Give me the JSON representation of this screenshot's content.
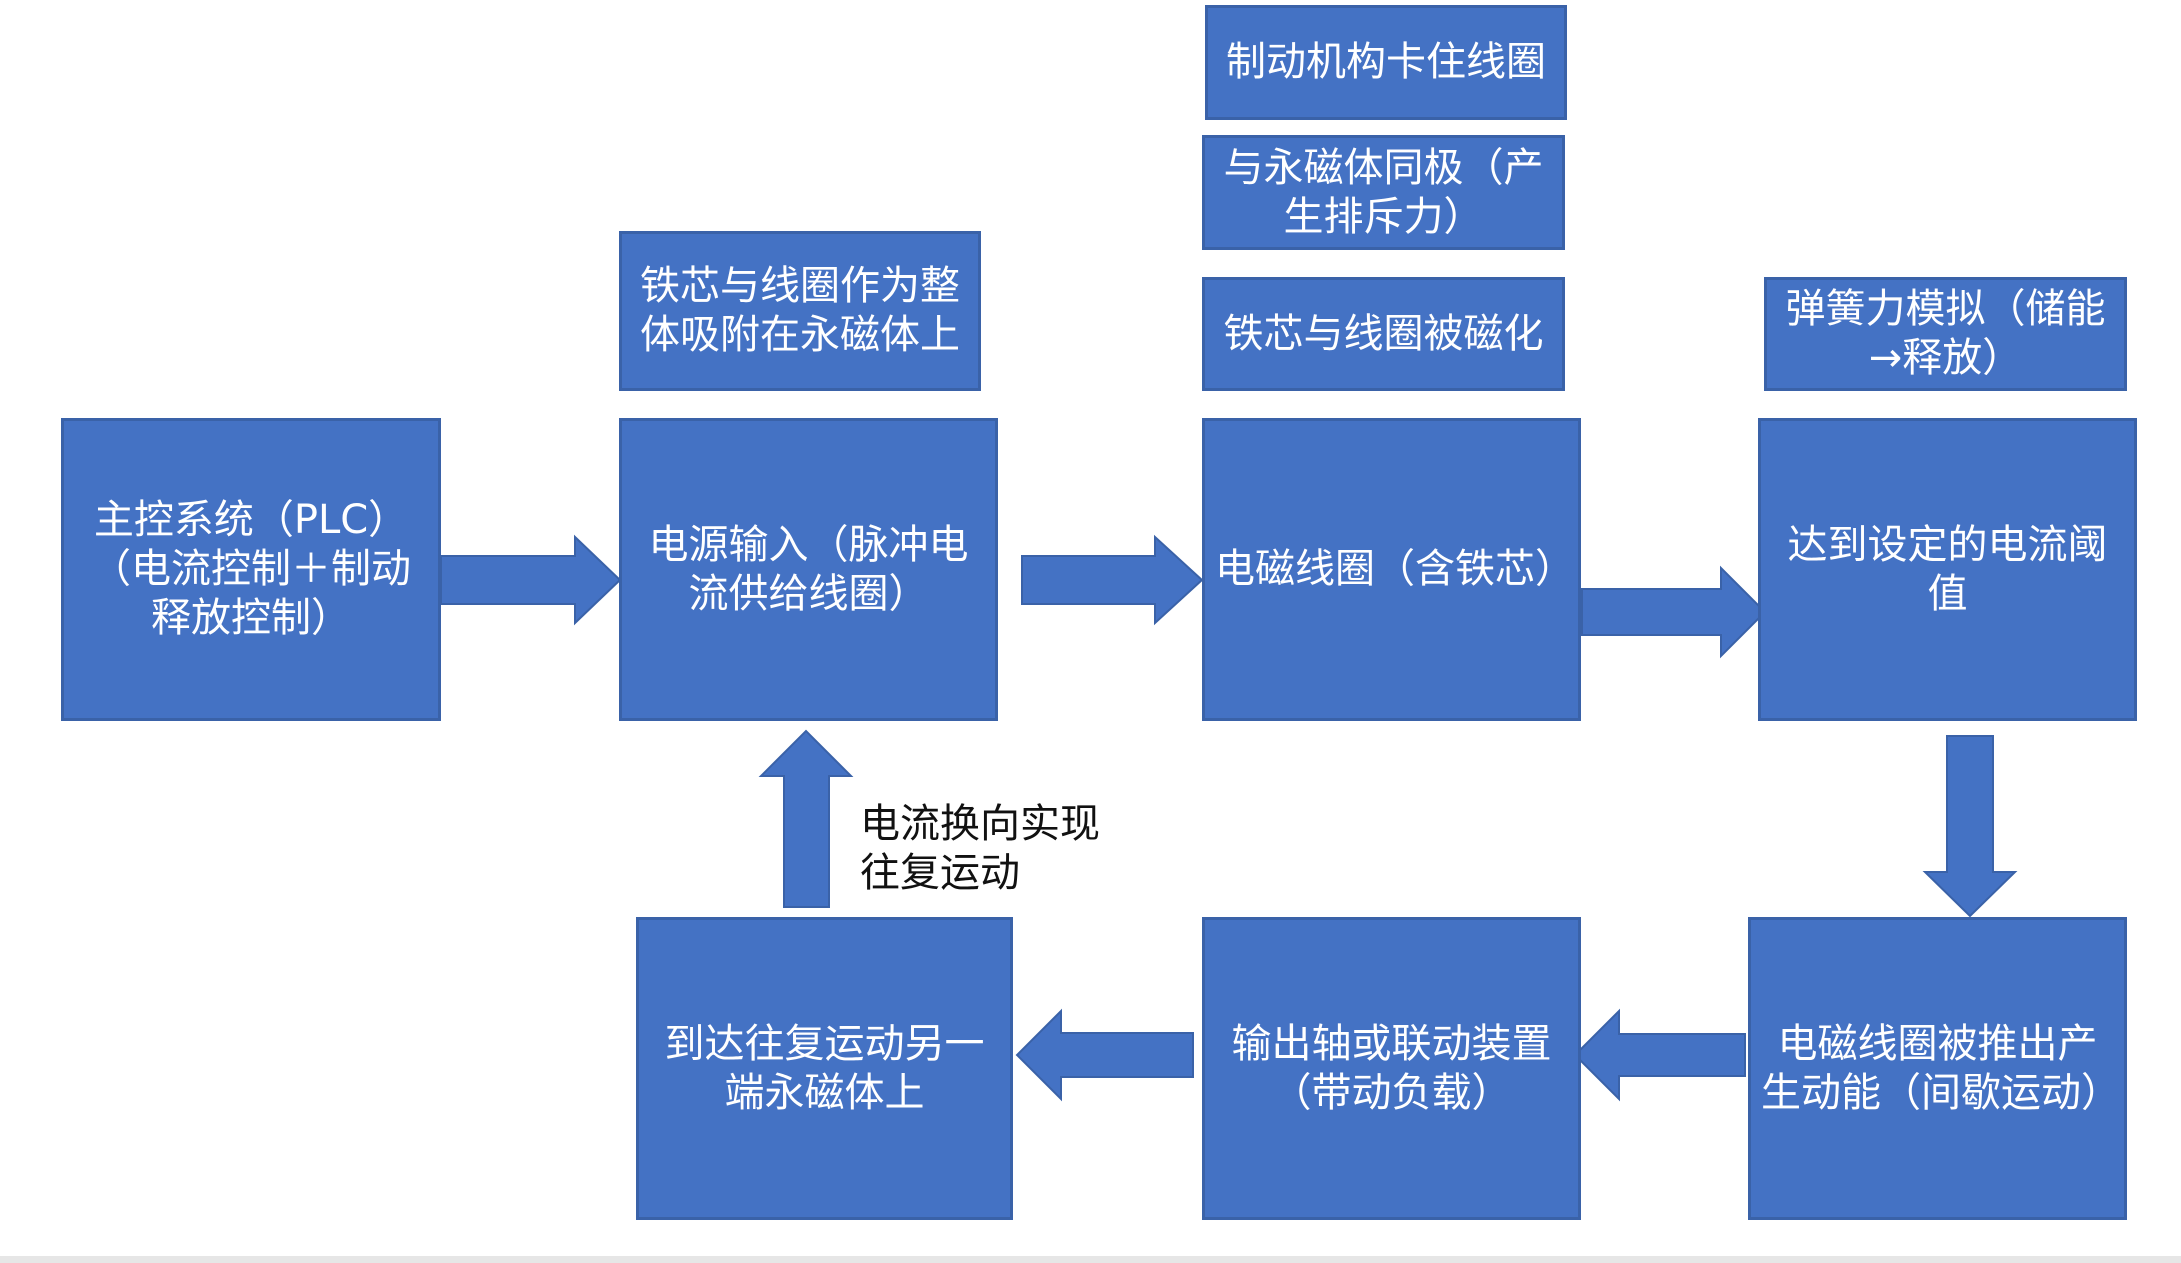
{
  "colors": {
    "box_fill": "#4472C4",
    "box_border": "#3A62A8",
    "box_text": "#FFFFFF",
    "label_text": "#111111"
  },
  "nodes": {
    "main_control": "主控系统（PLC）（电流控制＋制动释放控制）",
    "power_input": "电源输入（脉冲电流供给线圈）",
    "electromagnetic_coil": "电磁线圈（含铁芯）",
    "current_threshold": "达到设定的电流阈值",
    "coil_pushed": "电磁线圈被推出产生动能（间歇运动）",
    "output_shaft": "输出轴或联动装置（带动负载）",
    "reach_other_end": "到达往复运动另一端永磁体上"
  },
  "notes": {
    "core_coil_attached": "铁芯与线圈作为整体吸附在永磁体上",
    "brake_locks_coil": "制动机构卡住线圈",
    "same_pole_repulsion": "与永磁体同极（产生排斥力）",
    "core_coil_magnetized": "铁芯与线圈被磁化",
    "spring_simulation": "弹簧力模拟（储能→释放）"
  },
  "labels": {
    "current_reversal": "电流换向实现往复运动"
  }
}
